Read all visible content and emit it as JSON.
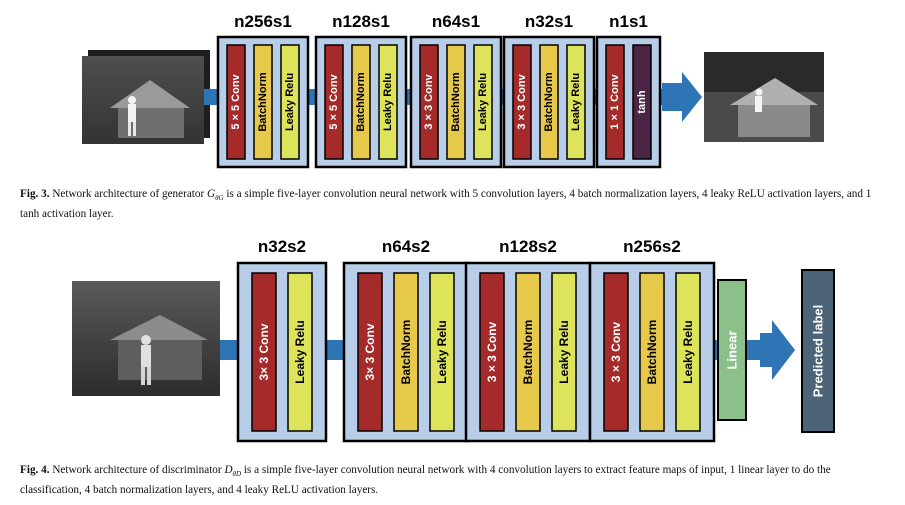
{
  "figure3": {
    "blocks": [
      {
        "title": "n256s1",
        "layers": [
          {
            "label": "5 × 5 Conv",
            "kind": "conv"
          },
          {
            "label": "BatchNorm",
            "kind": "bn"
          },
          {
            "label": "Leaky Relu",
            "kind": "relu"
          }
        ]
      },
      {
        "title": "n128s1",
        "layers": [
          {
            "label": "5 × 5 Conv",
            "kind": "conv"
          },
          {
            "label": "BatchNorm",
            "kind": "bn"
          },
          {
            "label": "Leaky Relu",
            "kind": "relu"
          }
        ]
      },
      {
        "title": "n64s1",
        "layers": [
          {
            "label": "3 × 3 Conv",
            "kind": "conv"
          },
          {
            "label": "BatchNorm",
            "kind": "bn"
          },
          {
            "label": "Leaky Relu",
            "kind": "relu"
          }
        ]
      },
      {
        "title": "n32s1",
        "layers": [
          {
            "label": "3 × 3 Conv",
            "kind": "conv"
          },
          {
            "label": "BatchNorm",
            "kind": "bn"
          },
          {
            "label": "Leaky Relu",
            "kind": "relu"
          }
        ]
      },
      {
        "title": "n1s1",
        "layers": [
          {
            "label": "1 × 1 Conv",
            "kind": "conv"
          },
          {
            "label": "tanh",
            "kind": "tanh"
          }
        ]
      }
    ],
    "caption": {
      "label": "Fig. 3.",
      "before": "Network architecture of generator",
      "sym": "G",
      "sub": "θG",
      "after": "is a simple five-layer convolution neural network with 5 convolution layers, 4 batch normalization layers, 4 leaky ReLU activation layers, and 1 tanh activation layer."
    }
  },
  "figure4": {
    "blocks": [
      {
        "title": "n32s2",
        "layers": [
          {
            "label": "3× 3 Conv",
            "kind": "conv"
          },
          {
            "label": "Leaky Relu",
            "kind": "relu"
          }
        ]
      },
      {
        "title": "n64s2",
        "layers": [
          {
            "label": "3× 3 Conv",
            "kind": "conv"
          },
          {
            "label": "BatchNorm",
            "kind": "bn"
          },
          {
            "label": "Leaky Relu",
            "kind": "relu"
          }
        ]
      },
      {
        "title": "n128s2",
        "layers": [
          {
            "label": "3 × 3 Conv",
            "kind": "conv"
          },
          {
            "label": "BatchNorm",
            "kind": "bn"
          },
          {
            "label": "Leaky Relu",
            "kind": "relu"
          }
        ]
      },
      {
        "title": "n256s2",
        "layers": [
          {
            "label": "3 × 3 Conv",
            "kind": "conv"
          },
          {
            "label": "BatchNorm",
            "kind": "bn"
          },
          {
            "label": "Leaky Relu",
            "kind": "relu"
          }
        ]
      }
    ],
    "linear_label": "Linear",
    "output_label": "Predicted label",
    "caption": {
      "label": "Fig. 4.",
      "before": "Network architecture of discriminator",
      "sym": "D",
      "sub": "θD",
      "after": "is a simple five-layer convolution neural network with 4 convolution layers to extract feature maps of input, 1 linear layer to do the classification, 4 batch normalization layers, and 4 leaky ReLU activation layers."
    }
  },
  "colors": {
    "block_fill": "#b7cde8",
    "conv": "#a52a2a",
    "bn": "#e6c84a",
    "relu": "#dde35a",
    "tanh": "#4a2545",
    "linear": "#8cc08a",
    "output": "#4d6478",
    "arrow": "#2e75b6"
  }
}
